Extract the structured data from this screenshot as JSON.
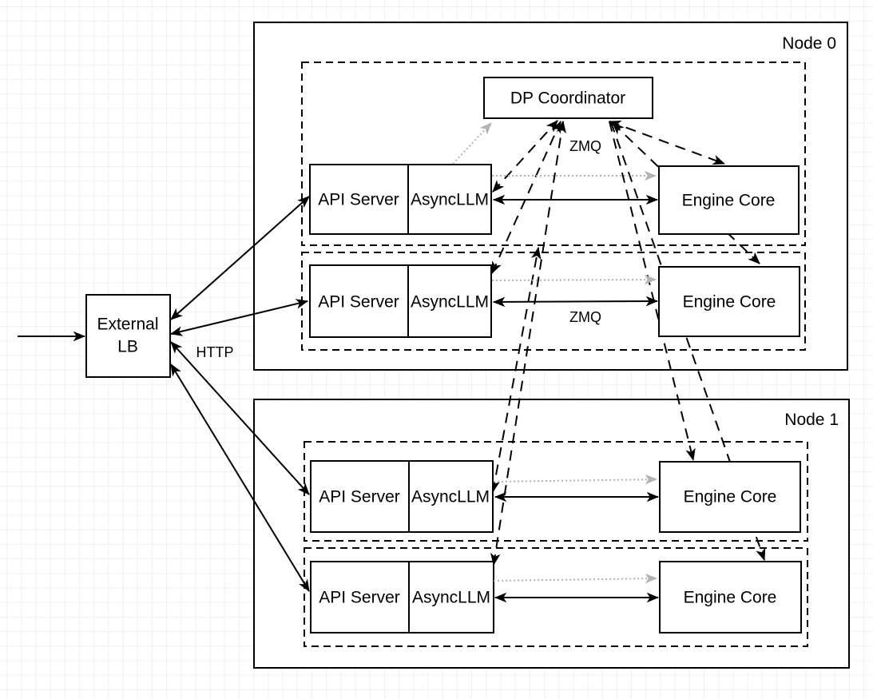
{
  "diagram": {
    "external_lb": {
      "label": [
        "External",
        "LB"
      ]
    },
    "edge_labels": {
      "http": "HTTP",
      "zmq_coordinator": "ZMQ",
      "zmq_row2": "ZMQ"
    },
    "nodes": [
      {
        "label": "Node 0"
      },
      {
        "label": "Node 1"
      }
    ],
    "components": {
      "dp_coordinator": "DP Coordinator",
      "api_server": "API Server",
      "async_llm": "AsyncLLM",
      "engine_core": "Engine Core"
    },
    "colors": {
      "stroke": "#000000",
      "gray_arrow": "#b3b3b3",
      "grid": "#eef1f2",
      "background": "#ffffff",
      "box_fill": "#ffffff"
    }
  }
}
